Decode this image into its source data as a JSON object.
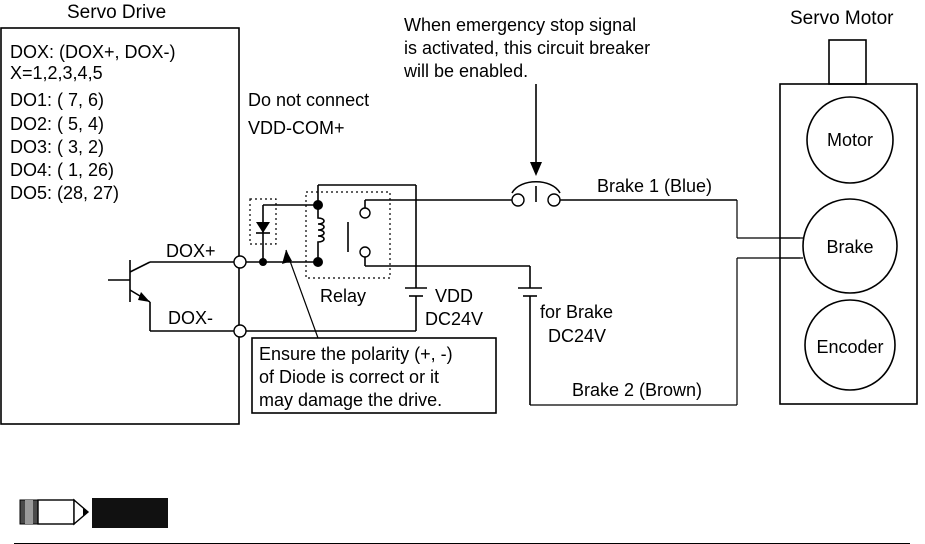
{
  "servo_drive": {
    "title": "Servo Drive",
    "lines": [
      "DOX: (DOX+, DOX-)",
      "X=1,2,3,4,5",
      "DO1: (  7,   6)",
      "DO2: (  5,   4)",
      "DO3: (  3,   2)",
      "DO4: (  1, 26)",
      "DO5: (28, 27)"
    ],
    "dox_plus": "DOX+",
    "dox_minus": "DOX-"
  },
  "warning_connect": [
    "Do not connect",
    "VDD-COM+"
  ],
  "emergency_note": [
    "When emergency stop signal",
    "is activated, this circuit breaker",
    "will be enabled."
  ],
  "relay_label": "Relay",
  "vdd_label": [
    "VDD",
    "DC24V"
  ],
  "brake_supply_label": [
    "for Brake",
    "DC24V"
  ],
  "diode_note": [
    "Ensure the polarity (+, -)",
    "of Diode is correct or it",
    "may damage the drive."
  ],
  "brake1_label": "Brake 1 (Blue)",
  "brake2_label": "Brake 2 (Brown)",
  "servo_motor": {
    "title": "Servo Motor",
    "motor": "Motor",
    "brake": "Brake",
    "encoder": "Encoder"
  },
  "icons": {
    "note": "pencil-note-icon"
  }
}
